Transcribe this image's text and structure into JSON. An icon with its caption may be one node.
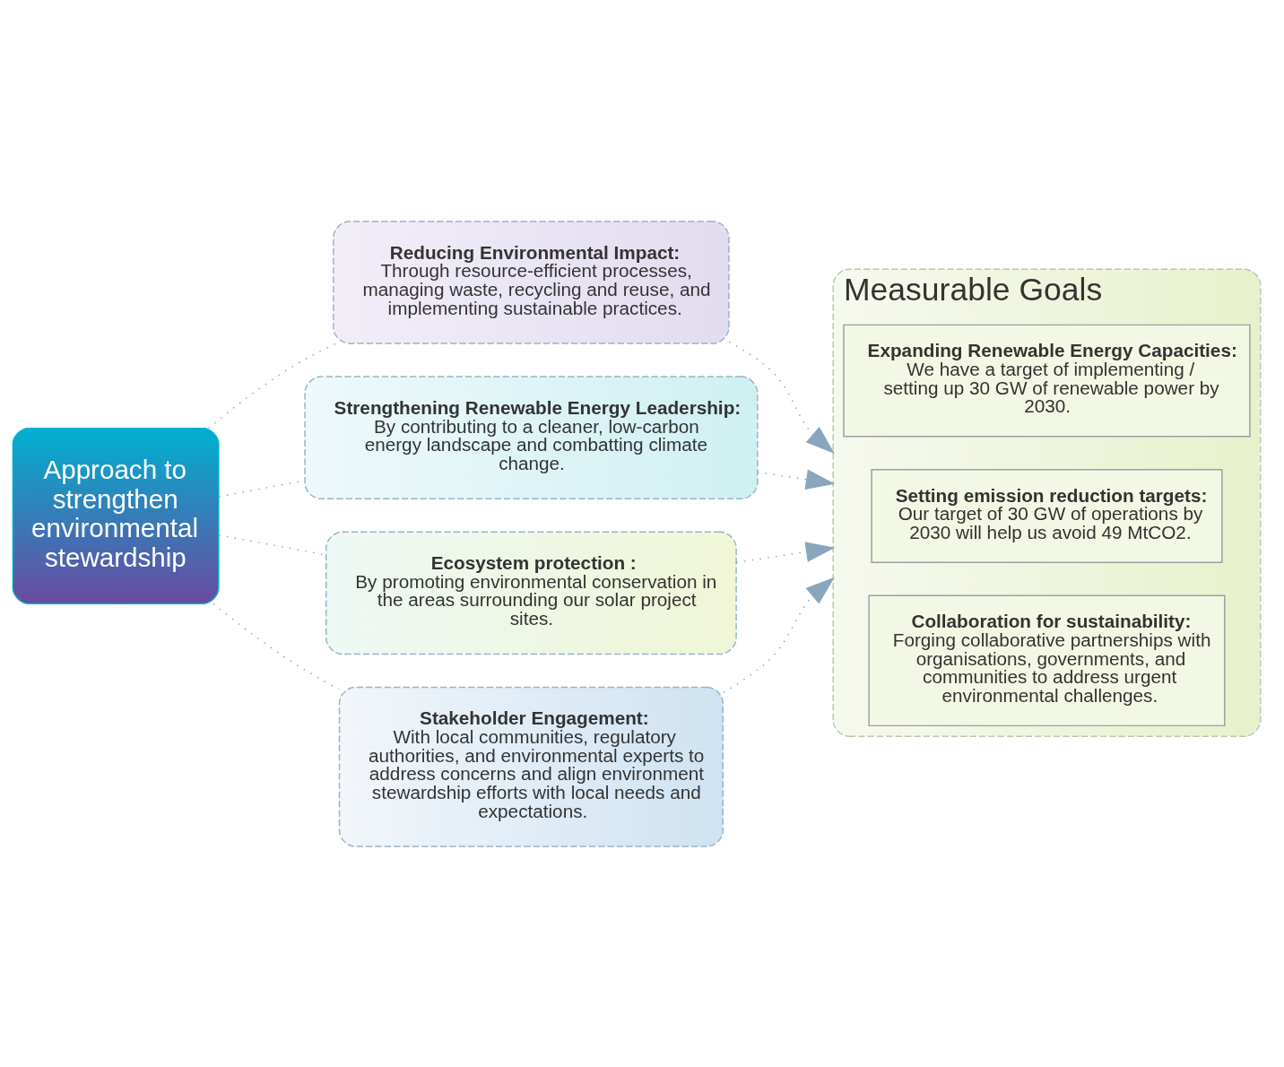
{
  "diagram": {
    "nodes": [
      {
        "text": [
          "Approach to strengthen environmental stewardship"
        ]
      },
      {
        "text": [
          "Reducing Environmental Impact:",
          "Through resource-efficient processes, managing waste, recycling and reuse, and implementing sustainable practices."
        ]
      },
      {
        "text": [
          "Strengthening Renewable Energy Leadership:",
          "By contributing to a cleaner, low-carbon energy landscape and combatting climate change."
        ]
      },
      {
        "text": [
          "Ecosystem protection :",
          "By promoting environmental conservation in the areas surrounding our solar project sites."
        ]
      },
      {
        "text": [
          "Stakeholder Engagement:",
          "With local communities, regulatory authorities, and environmental experts to address concerns and align environment stewardship efforts with local needs and expectations."
        ]
      },
      {
        "text": [
          "Measurable Goals"
        ]
      },
      {
        "text": [
          "Expanding Renewable Energy Capacities:",
          "We have a target of implementing / setting up 30 GW of renewable power by 2030."
        ],
        "in": 5
      },
      {
        "text": [
          "Setting emission reduction targets:",
          "Our target of 30 GW of operations by 2030 will help us avoid 49 MtCO2."
        ],
        "in": 5
      },
      {
        "text": [
          "Collaboration for sustainability:",
          "Forging collaborative partnerships with organisations, governments, and communities to address urgent environmental challenges."
        ],
        "in": 5
      }
    ],
    "edges": [
      {
        "from": 0,
        "to": 1,
        "arrow": "none",
        "style": "dashed"
      },
      {
        "from": 0,
        "to": 2,
        "arrow": "none",
        "style": "dashed"
      },
      {
        "from": 0,
        "to": 3,
        "arrow": "none",
        "style": "dashed"
      },
      {
        "from": 0,
        "to": 4,
        "arrow": "none",
        "style": "dashed"
      },
      {
        "from": 1,
        "to": 5,
        "arrow": "to",
        "style": "dashed"
      },
      {
        "from": 2,
        "to": 5,
        "arrow": "to",
        "style": "dashed"
      },
      {
        "from": 3,
        "to": 5,
        "arrow": "to",
        "style": "dashed"
      },
      {
        "from": 4,
        "to": 5,
        "arrow": "to",
        "style": "dashed"
      }
    ]
  }
}
